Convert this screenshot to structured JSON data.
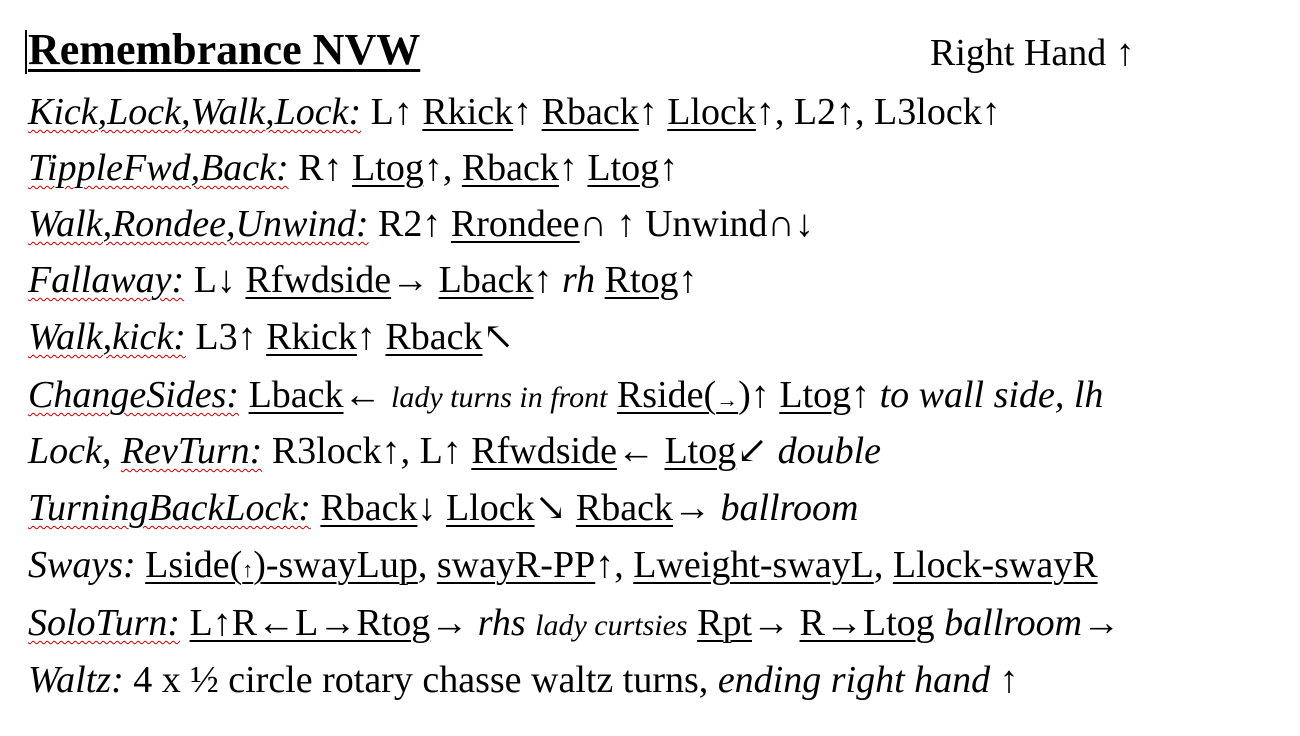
{
  "document": {
    "title": "Remembrance NVW",
    "hand_note": "Right Hand ↑"
  },
  "lines": [
    {
      "label": "Kick,Lock,Walk,Lock:",
      "parts": [
        " L↑ ",
        "Rkick",
        "↑ ",
        "Rback",
        "↑ ",
        "Llock",
        "↑, L2↑, L3lock↑"
      ]
    },
    {
      "label": "TippleFwd,Back:",
      "parts": [
        " R↑ ",
        "Ltog",
        "↑, ",
        "Rback",
        "↑ ",
        "Ltog",
        "↑"
      ]
    },
    {
      "label": "Walk,Rondee,Unwind:",
      "parts": [
        " R2↑ ",
        "Rrondee",
        "∩ ↑ Unwind∩↓"
      ]
    },
    {
      "label": "Fallaway:",
      "parts": [
        " L↓ ",
        "Rfwdside",
        "→ ",
        "Lback",
        "↑ ",
        "rh",
        " ",
        "Rtog",
        "↑"
      ]
    },
    {
      "label": "Walk,kick:",
      "parts": [
        " L3↑ ",
        "Rkick",
        "↑ ",
        "Rback",
        "↖"
      ]
    },
    {
      "label": "ChangeSides:",
      "parts": [
        " ",
        "Lback",
        "← ",
        "lady turns in front",
        " ",
        "Rside(",
        "→",
        ")↑ ",
        "Ltog",
        "↑ ",
        "to wall side, lh"
      ]
    },
    {
      "label_a": "Lock,",
      "label_b": "RevTurn:",
      "parts": [
        " R3lock↑, L↑ ",
        "Rfwdside",
        "← ",
        "Ltog",
        "↙ ",
        "double"
      ]
    },
    {
      "label": "TurningBackLock:",
      "parts": [
        " ",
        "Rback",
        "↓ ",
        "Llock",
        "↘ ",
        "Rback",
        "→ ",
        "ballroom"
      ]
    },
    {
      "label": "Sways:",
      "parts": [
        " ",
        "Lside(",
        "↑",
        ")-swayLup",
        ", ",
        "swayR-PP",
        "↑, ",
        "Lweight-swayL",
        ", ",
        "Llock-swayR"
      ]
    },
    {
      "label": "SoloTurn:",
      "parts": [
        " ",
        "L↑R←L→Rtog",
        "→ ",
        "rhs",
        " ",
        "lady curtsies",
        " ",
        "Rpt",
        "→ ",
        "R→Ltog",
        " ",
        "ballroom",
        "→"
      ]
    },
    {
      "label": "Waltz:",
      "parts": [
        " 4 x ½ circle rotary chasse waltz turns, ",
        "ending right hand",
        " ↑"
      ]
    }
  ]
}
